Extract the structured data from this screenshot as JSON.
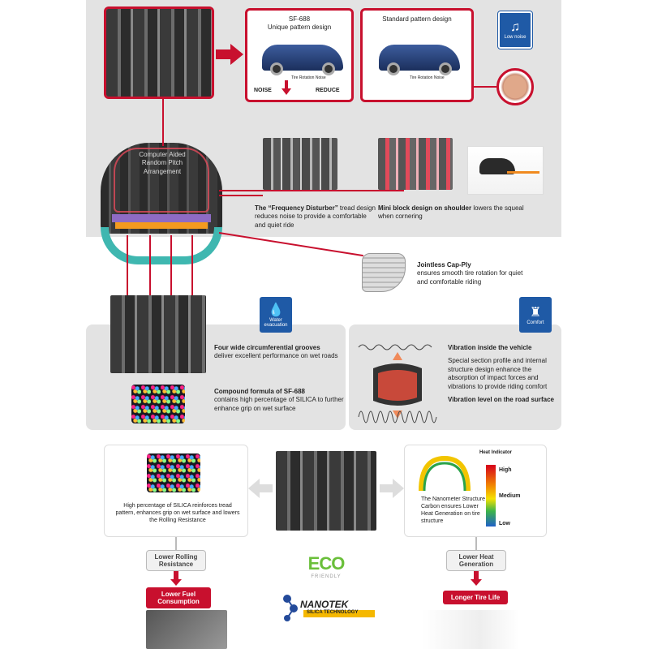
{
  "top": {
    "sf688": {
      "title": "SF-688",
      "subtitle": "Unique pattern design",
      "noise_label": "Tire Rotation Noise",
      "noise": "NOISE",
      "reduce": "REDUCE"
    },
    "standard": {
      "title": "Standard pattern design",
      "noise_label": "Tire Rotation Noise"
    },
    "low_noise_caption": "Low noise",
    "tire_label": "Computer Aided Random Pitch Arrangement",
    "freq_title": "The “Frequency Disturber”",
    "freq_text": "tread design reduces noise  to provide a comfortable and quiet ride",
    "mini_title": "Mini block design on shoulder",
    "mini_text": "lowers the squeal when cornering"
  },
  "capply": {
    "title": "Jointless Cap-Ply",
    "text": "ensures smooth tire rotation for quiet and comfortable riding"
  },
  "water": {
    "icon_caption": "Water evacuation",
    "grooves_title": "Four wide circumferential grooves",
    "grooves_text": "deliver excellent performance on wet roads",
    "compound_title": "Compound formula of SF-688",
    "compound_text": "contains high percentage of SILICA to further enhance grip on wet surface"
  },
  "comfort": {
    "icon_caption": "Comfort",
    "vib_title": "Vibration inside the vehicle",
    "vib_text": "Special section profile and internal structure design enhance the absorption of impact forces and vibrations to provide riding comfort",
    "road_title": "Vibration level on the road surface"
  },
  "bottom": {
    "silica_text": "High percentage of SILICA reinforces tread pattern, enhances grip on wet surface and lowers the Rolling Resistance",
    "heat_title": "Heat Indicator",
    "heat_high": "High",
    "heat_medium": "Medium",
    "heat_low": "Low",
    "nano_text": "The Nanometer Structure Carbon ensures Lower Heat Generation on tire structure",
    "lower_rolling": "Lower Rolling Resistance",
    "lower_heat": "Lower Heat Generation",
    "lower_fuel": "Lower Fuel Consumption",
    "longer_life": "Longer Tire Life",
    "eco": "ECO",
    "eco_sub": "FRIENDLY",
    "nanotek": "NANOTEK",
    "nanotek_sub": "SILICA TECHNOLOGY"
  },
  "colors": {
    "accent_red": "#c8102e",
    "icon_blue": "#1f5aa6",
    "panel_grey": "#e3e3e3"
  }
}
